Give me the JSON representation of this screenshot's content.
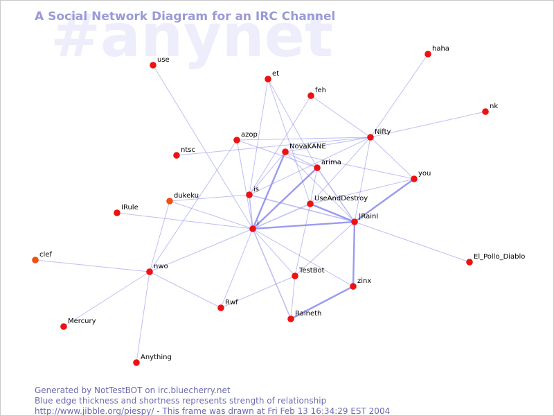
{
  "watermark": "#anynet",
  "title": "A Social Network Diagram for an IRC Channel",
  "footer": {
    "line1": "Generated by NotTestBOT on irc.bluecherry.net",
    "line2": "Blue edge thickness and shortness represents strength of relationship",
    "line3": "http://www.jibble.org/piespy/ - This frame was drawn at Fri Feb 13 16:34:29 EST 2004"
  },
  "colors": {
    "node": "#ee1111",
    "node_alt": "#f05010",
    "edge": "#8888ee",
    "title": "#9a9ad8",
    "watermark": "#ededfb",
    "footer": "#6b6bb0"
  },
  "nodes": [
    {
      "id": "use",
      "label": "use"
    },
    {
      "id": "et",
      "label": "et"
    },
    {
      "id": "haha",
      "label": "haha"
    },
    {
      "id": "feh",
      "label": "feh"
    },
    {
      "id": "nk",
      "label": "nk"
    },
    {
      "id": "azop",
      "label": "azop"
    },
    {
      "id": "Nifty",
      "label": "Nifty"
    },
    {
      "id": "ntsc",
      "label": "ntsc"
    },
    {
      "id": "NovaKANE",
      "label": "NovaKANE"
    },
    {
      "id": "arima",
      "label": "arima"
    },
    {
      "id": "you",
      "label": "you"
    },
    {
      "id": "dukeku",
      "label": "dukeku",
      "alt": true
    },
    {
      "id": "is",
      "label": "is"
    },
    {
      "id": "UseAndDestroy",
      "label": "UseAndDestroy"
    },
    {
      "id": "IRule",
      "label": "IRule"
    },
    {
      "id": "IRainI",
      "label": "|RainI"
    },
    {
      "id": "i",
      "label": "i"
    },
    {
      "id": "clef",
      "label": "clef",
      "alt": true
    },
    {
      "id": "nwo",
      "label": "nwo"
    },
    {
      "id": "El_Pollo_Diablo",
      "label": "El_Pollo_Diablo"
    },
    {
      "id": "TestBot",
      "label": "TestBot"
    },
    {
      "id": "zinx",
      "label": "zinx"
    },
    {
      "id": "Rwf",
      "label": "Rwf"
    },
    {
      "id": "Raineth",
      "label": "Raineth"
    },
    {
      "id": "Mercury",
      "label": "Mercury"
    },
    {
      "id": "Anything",
      "label": "Anything"
    }
  ],
  "edges": [
    {
      "from": "use",
      "to": "i",
      "w": 1
    },
    {
      "from": "et",
      "to": "is",
      "w": 1
    },
    {
      "from": "et",
      "to": "arima",
      "w": 1
    },
    {
      "from": "et",
      "to": "UseAndDestroy",
      "w": 1
    },
    {
      "from": "haha",
      "to": "Nifty",
      "w": 1
    },
    {
      "from": "feh",
      "to": "Nifty",
      "w": 1
    },
    {
      "from": "feh",
      "to": "is",
      "w": 1
    },
    {
      "from": "nk",
      "to": "Nifty",
      "w": 1
    },
    {
      "from": "azop",
      "to": "Nifty",
      "w": 1
    },
    {
      "from": "azop",
      "to": "arima",
      "w": 1
    },
    {
      "from": "azop",
      "to": "i",
      "w": 1
    },
    {
      "from": "azop",
      "to": "nwo",
      "w": 1
    },
    {
      "from": "ntsc",
      "to": "Nifty",
      "w": 1
    },
    {
      "from": "Nifty",
      "to": "you",
      "w": 1
    },
    {
      "from": "Nifty",
      "to": "NovaKANE",
      "w": 1
    },
    {
      "from": "Nifty",
      "to": "UseAndDestroy",
      "w": 1
    },
    {
      "from": "Nifty",
      "to": "IRainI",
      "w": 1
    },
    {
      "from": "Nifty",
      "to": "is",
      "w": 1
    },
    {
      "from": "NovaKANE",
      "to": "i",
      "w": 2
    },
    {
      "from": "NovaKANE",
      "to": "is",
      "w": 1
    },
    {
      "from": "NovaKANE",
      "to": "arima",
      "w": 1
    },
    {
      "from": "NovaKANE",
      "to": "you",
      "w": 1
    },
    {
      "from": "NovaKANE",
      "to": "IRainI",
      "w": 1
    },
    {
      "from": "arima",
      "to": "i",
      "w": 2
    },
    {
      "from": "arima",
      "to": "UseAndDestroy",
      "w": 1
    },
    {
      "from": "arima",
      "to": "IRainI",
      "w": 1.5
    },
    {
      "from": "you",
      "to": "IRainI",
      "w": 2
    },
    {
      "from": "you",
      "to": "UseAndDestroy",
      "w": 1
    },
    {
      "from": "is",
      "to": "i",
      "w": 1.5
    },
    {
      "from": "is",
      "to": "IRainI",
      "w": 1.5
    },
    {
      "from": "is",
      "to": "dukeku",
      "w": 1
    },
    {
      "from": "dukeku",
      "to": "nwo",
      "w": 1
    },
    {
      "from": "dukeku",
      "to": "i",
      "w": 1
    },
    {
      "from": "IRule",
      "to": "i",
      "w": 1
    },
    {
      "from": "UseAndDestroy",
      "to": "IRainI",
      "w": 2
    },
    {
      "from": "UseAndDestroy",
      "to": "i",
      "w": 1.5
    },
    {
      "from": "UseAndDestroy",
      "to": "TestBot",
      "w": 1
    },
    {
      "from": "IRainI",
      "to": "i",
      "w": 2
    },
    {
      "from": "IRainI",
      "to": "zinx",
      "w": 2
    },
    {
      "from": "IRainI",
      "to": "El_Pollo_Diablo",
      "w": 1
    },
    {
      "from": "IRainI",
      "to": "TestBot",
      "w": 1
    },
    {
      "from": "i",
      "to": "nwo",
      "w": 1
    },
    {
      "from": "i",
      "to": "TestBot",
      "w": 1
    },
    {
      "from": "i",
      "to": "zinx",
      "w": 1
    },
    {
      "from": "i",
      "to": "Rwf",
      "w": 1
    },
    {
      "from": "i",
      "to": "Raineth",
      "w": 1.5
    },
    {
      "from": "clef",
      "to": "nwo",
      "w": 1
    },
    {
      "from": "nwo",
      "to": "Rwf",
      "w": 1
    },
    {
      "from": "nwo",
      "to": "Mercury",
      "w": 1
    },
    {
      "from": "nwo",
      "to": "Anything",
      "w": 1
    },
    {
      "from": "TestBot",
      "to": "Rwf",
      "w": 1
    },
    {
      "from": "TestBot",
      "to": "Raineth",
      "w": 1
    },
    {
      "from": "zinx",
      "to": "Raineth",
      "w": 2
    }
  ]
}
